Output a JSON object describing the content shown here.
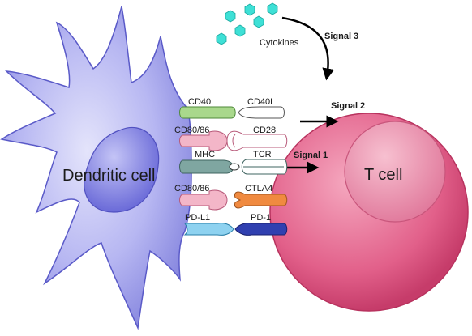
{
  "cells": {
    "dendritic": {
      "label": "Dendritic cell",
      "color": "#9d9de8"
    },
    "tcell": {
      "label": "T cell",
      "color": "#e0577f"
    }
  },
  "cytokines": {
    "label": "Cytokines",
    "icon": "hexagon-icon",
    "color": "#3ee0d6"
  },
  "signals": {
    "signal1": "Signal 1",
    "signal2": "Signal 2",
    "signal3": "Signal 3"
  },
  "molecules": {
    "row1": {
      "left": "CD40",
      "right": "CD40L",
      "left_color": "#a9d88c",
      "right_color": "#ffffff"
    },
    "row2": {
      "left": "CD80/86",
      "right": "CD28",
      "left_color": "#f3b6c8",
      "right_color": "#ffffff"
    },
    "row3": {
      "left": "MHC",
      "right": "TCR",
      "left_color": "#7fa6a1",
      "right_color": "#ffffff"
    },
    "row4": {
      "left": "CD80/86",
      "right": "CTLA4",
      "left_color": "#f3b6c8",
      "right_color": "#f08a40"
    },
    "row5": {
      "left": "PD-L1",
      "right": "PD-1",
      "left_color": "#8ed2f0",
      "right_color": "#3040b0"
    }
  }
}
